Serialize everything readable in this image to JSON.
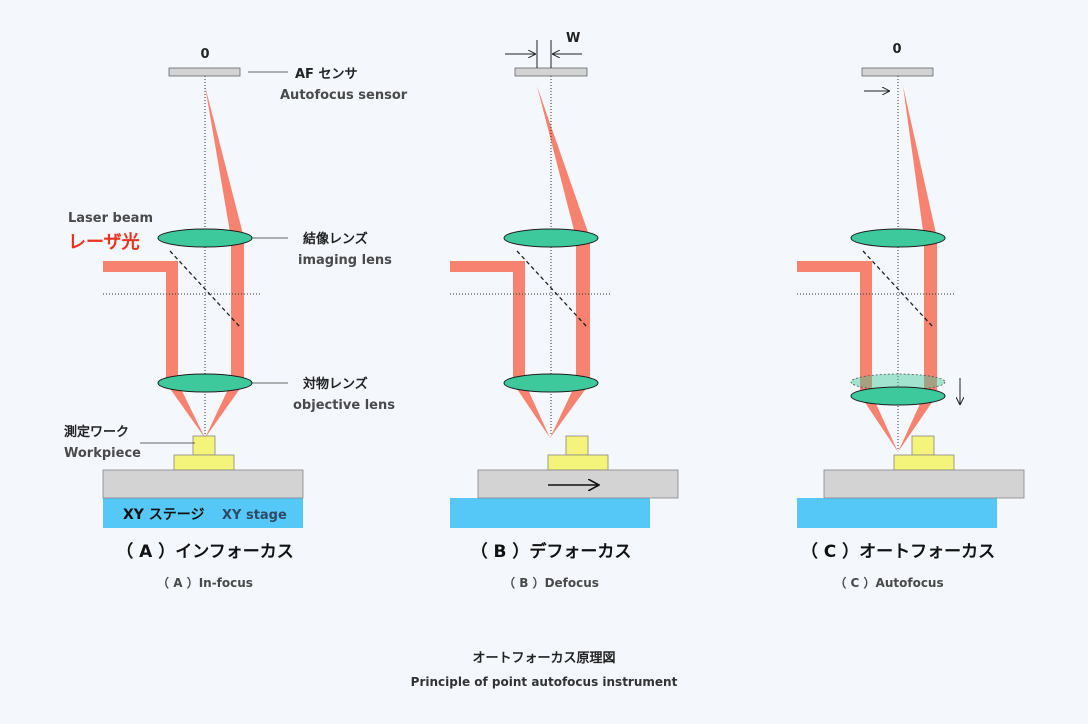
{
  "colors": {
    "background": "#f4f7fc",
    "laser": "#f7826f",
    "lens_fill": "#3ec99c",
    "lens_stroke": "#1e1e1e",
    "workpiece": "#f4f47a",
    "stage_top": "#d3d3d3",
    "stage_base": "#55c8f8",
    "sensor": "#d3d3d3",
    "accent_red": "#e8321e"
  },
  "labels": {
    "sensor_zero_a": "0",
    "sensor_zero_c": "0",
    "sensor_w": "W",
    "af_sensor_jp": "AF センサ",
    "af_sensor_en": "Autofocus sensor",
    "laser_beam_en": "Laser beam",
    "laser_beam_jp": "レーザ光",
    "imaging_lens_jp": "結像レンズ",
    "imaging_lens_en": "imaging lens",
    "objective_lens_jp": "対物レンズ",
    "objective_lens_en": "objective lens",
    "workpiece_jp": "測定ワーク",
    "workpiece_en": "Workpiece",
    "xy_stage_jp": "XY ステージ",
    "xy_stage_en": "XY stage"
  },
  "panels": [
    {
      "title_jp": "（ A ）インフォーカス",
      "title_en": "（ A ）In-focus"
    },
    {
      "title_jp": "（ B ）デフォーカス",
      "title_en": "（ B ）Defocus"
    },
    {
      "title_jp": "（ C ）オートフォーカス",
      "title_en": "（ C ）Autofocus"
    }
  ],
  "caption": {
    "jp": "オートフォーカス原理図",
    "en": "Principle of point autofocus instrument"
  }
}
